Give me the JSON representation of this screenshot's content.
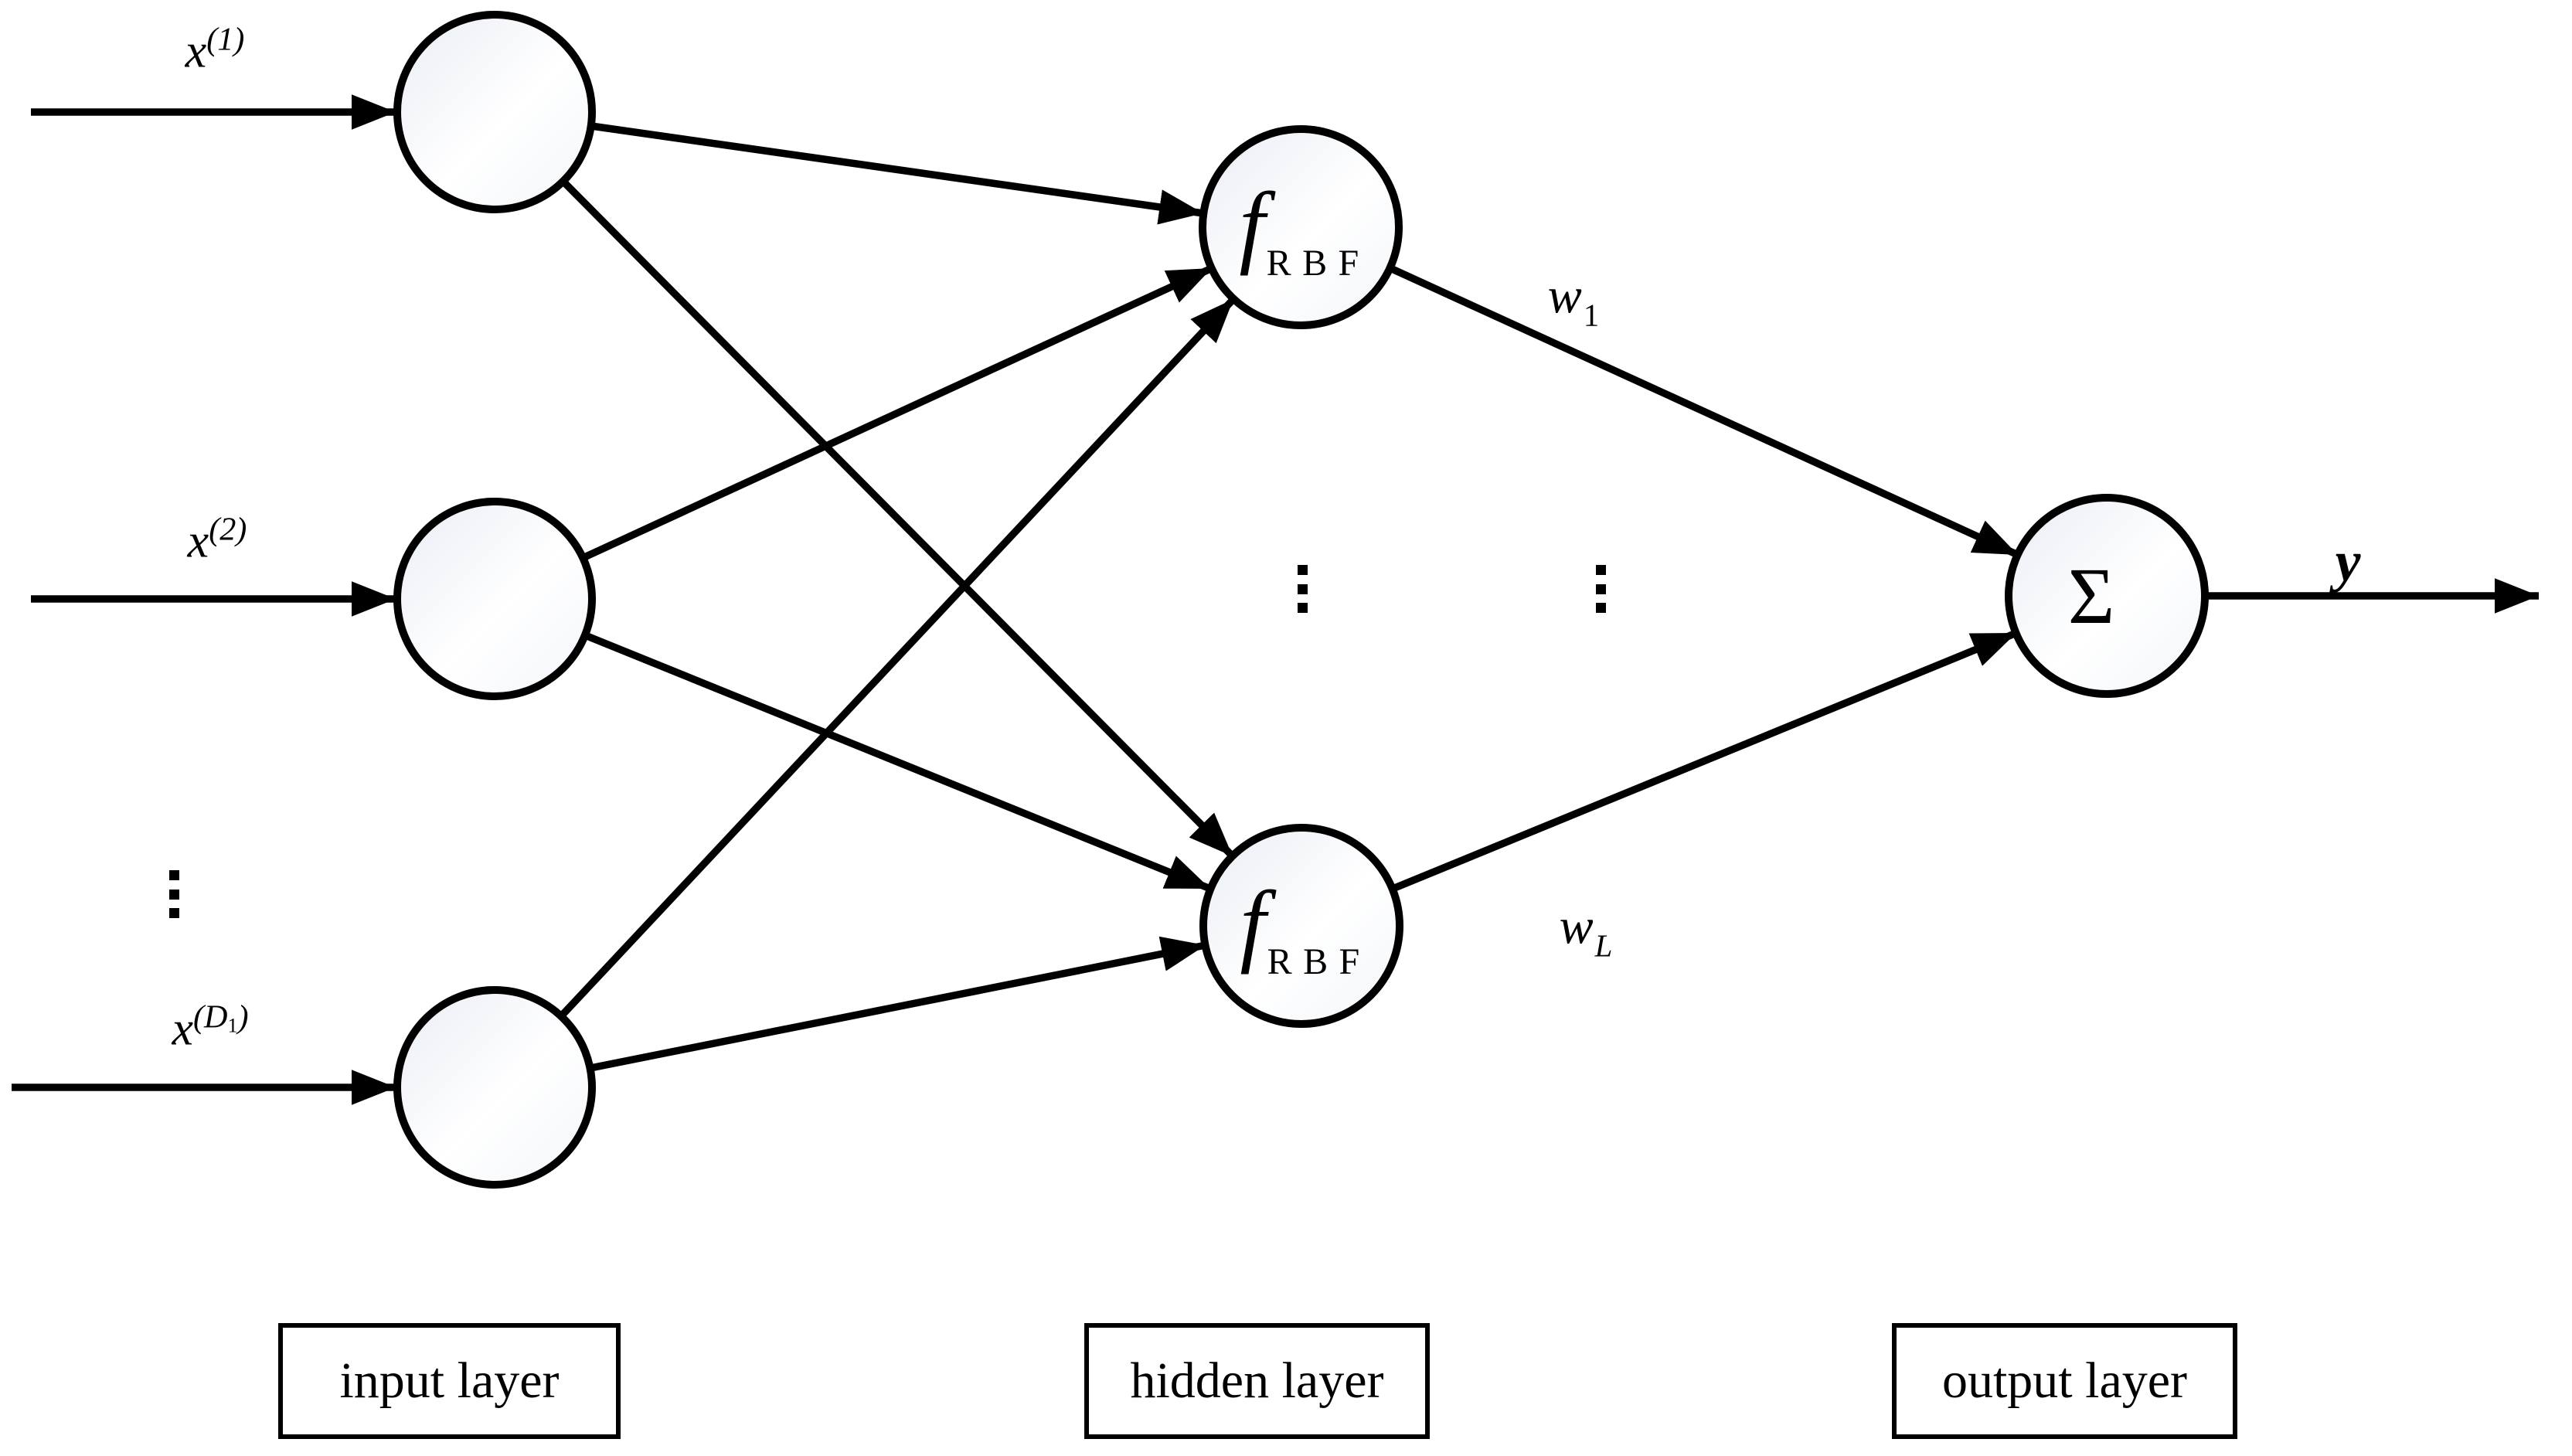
{
  "labels": {
    "inputs": [
      {
        "base": "x",
        "sup_prefix": "(1)",
        "sup_sub": "",
        "sup_suffix": ""
      },
      {
        "base": "x",
        "sup_prefix": "(2)",
        "sup_sub": "",
        "sup_suffix": ""
      },
      {
        "base": "x",
        "sup_prefix": "(D",
        "sup_sub": "1",
        "sup_suffix": ")"
      }
    ],
    "hidden_nodes": [
      {
        "base": "f",
        "sub": "RBF"
      },
      {
        "base": "f",
        "sub": "RBF"
      }
    ],
    "output_node": {
      "symbol": "Σ"
    },
    "weights": [
      {
        "base": "w",
        "sub": "1"
      },
      {
        "base": "w",
        "sub": "L"
      }
    ],
    "output": {
      "label": "y"
    }
  },
  "layer_boxes": [
    "input layer",
    "hidden layer",
    "output layer"
  ],
  "icons": {
    "vertical_ellipsis": "⋮",
    "arrowhead": "➤"
  },
  "colors": {
    "line": "#000000",
    "node_fill_light": "#e9edf4",
    "node_fill_white": "#ffffff",
    "node_fill_shade": "#f2f5f9",
    "background": "#ffffff"
  }
}
